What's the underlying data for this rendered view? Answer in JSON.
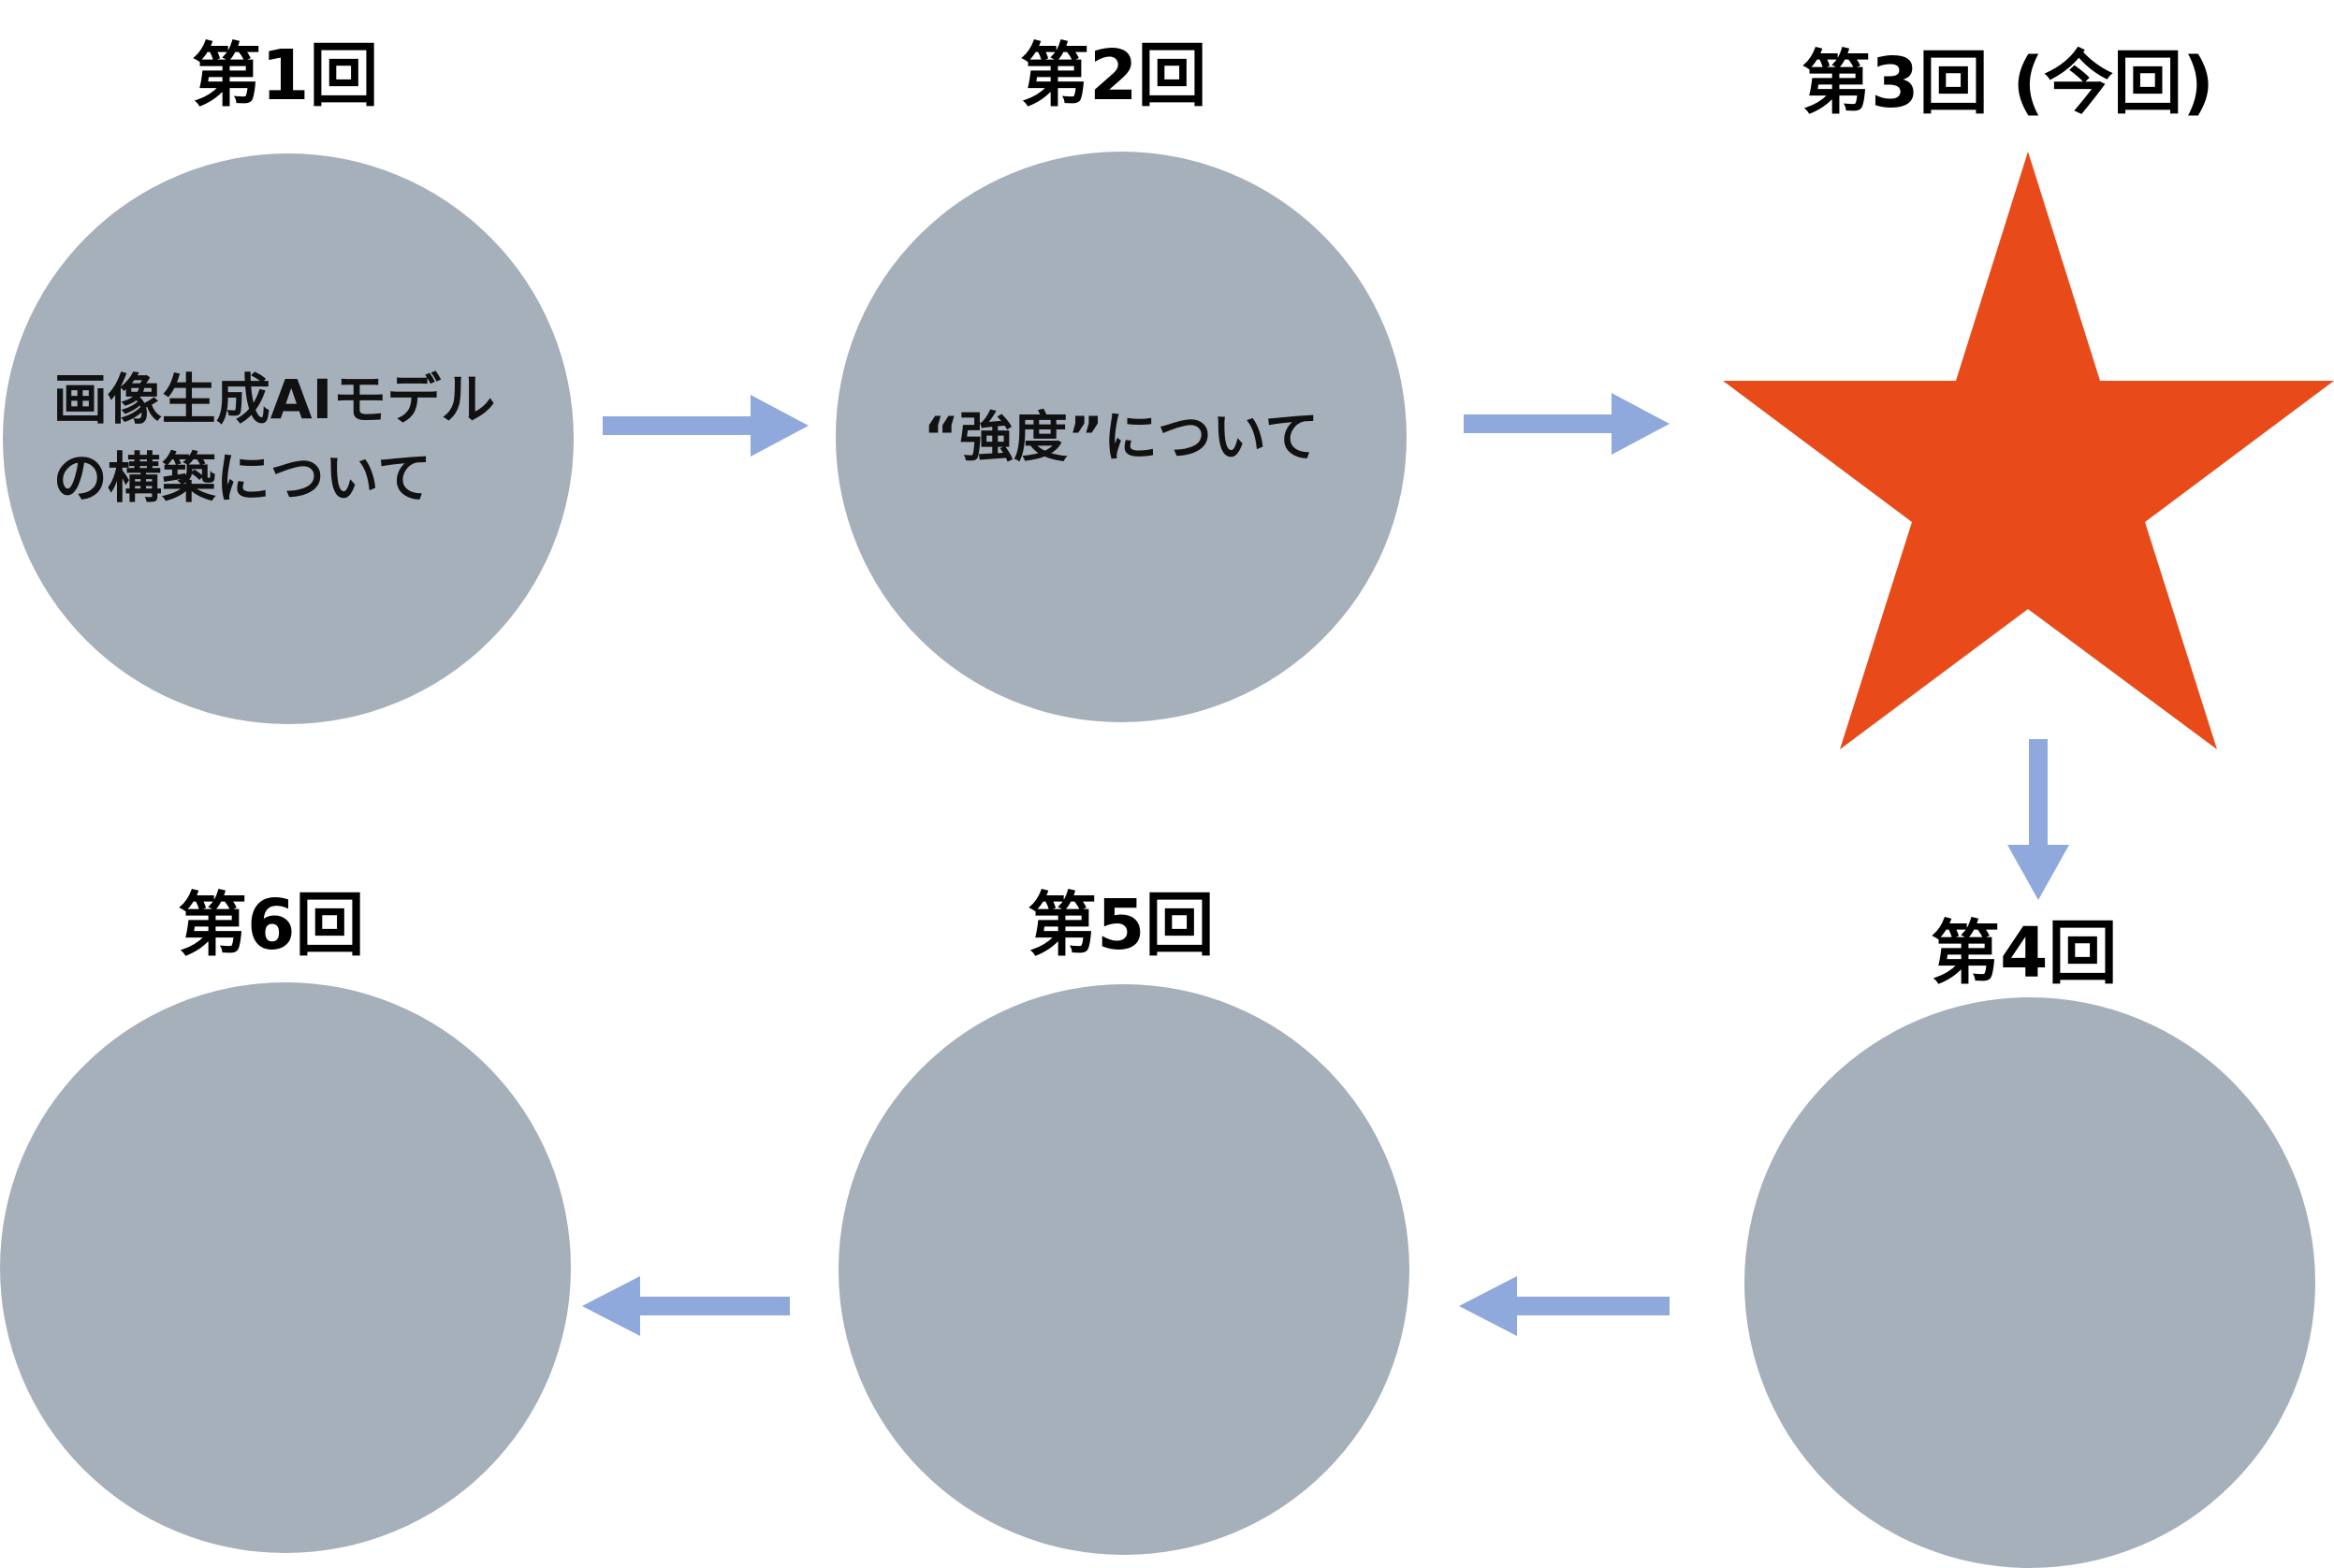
{
  "colors": {
    "circle": "#a6b0bb",
    "arrow": "#8fa9dc",
    "star": "#e84a1a",
    "text": "#000000"
  },
  "sessions": [
    {
      "title": "第1回",
      "lines": [
        "画像生成AIモデル",
        "の構築について"
      ]
    },
    {
      "title": "第2回",
      "lines": [
        "“強度”について"
      ]
    },
    {
      "title": "第3回 (今回)",
      "marker": "star"
    },
    {
      "title": "第4回",
      "lines": []
    },
    {
      "title": "第5回",
      "lines": []
    },
    {
      "title": "第6回",
      "lines": []
    }
  ],
  "flow": [
    "第1回",
    "第2回",
    "第3回 (今回)",
    "第4回",
    "第5回",
    "第6回"
  ]
}
